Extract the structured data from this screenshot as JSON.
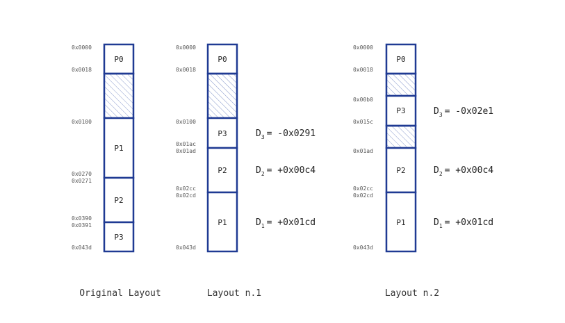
{
  "colors": {
    "border": "#1f3a93",
    "hatch": "#8899cc"
  },
  "layouts": [
    {
      "caption": "Original Layout",
      "addresses": [
        "0x0000",
        "0x0018",
        "0x0100",
        "0x0270",
        "0x0271",
        "0x0390",
        "0x0391",
        "0x043d"
      ],
      "blocks": [
        "P0",
        "",
        "P1",
        "P2",
        "P3"
      ],
      "deltas": []
    },
    {
      "caption": "Layout n.1",
      "addresses": [
        "0x0000",
        "0x0018",
        "0x0100",
        "0x01ac",
        "0x01ad",
        "0x02cc",
        "0x02cd",
        "0x043d"
      ],
      "blocks": [
        "P0",
        "",
        "P3",
        "P2",
        "P1"
      ],
      "deltas": [
        {
          "symbol": "D",
          "sub": "3",
          "value": "= -0x0291"
        },
        {
          "symbol": "D",
          "sub": "2",
          "value": "= +0x00c4"
        },
        {
          "symbol": "D",
          "sub": "1",
          "value": "= +0x01cd"
        }
      ]
    },
    {
      "caption": "Layout n.2",
      "addresses": [
        "0x0000",
        "0x0018",
        "0x00b0",
        "0x015c",
        "0x01ad",
        "0x02cc",
        "0x02cd",
        "0x043d"
      ],
      "blocks": [
        "P0",
        "",
        "P3",
        "",
        "P2",
        "P1"
      ],
      "deltas": [
        {
          "symbol": "D",
          "sub": "3",
          "value": "= -0x02e1"
        },
        {
          "symbol": "D",
          "sub": "2",
          "value": "= +0x00c4"
        },
        {
          "symbol": "D",
          "sub": "1",
          "value": "= +0x01cd"
        }
      ]
    }
  ]
}
